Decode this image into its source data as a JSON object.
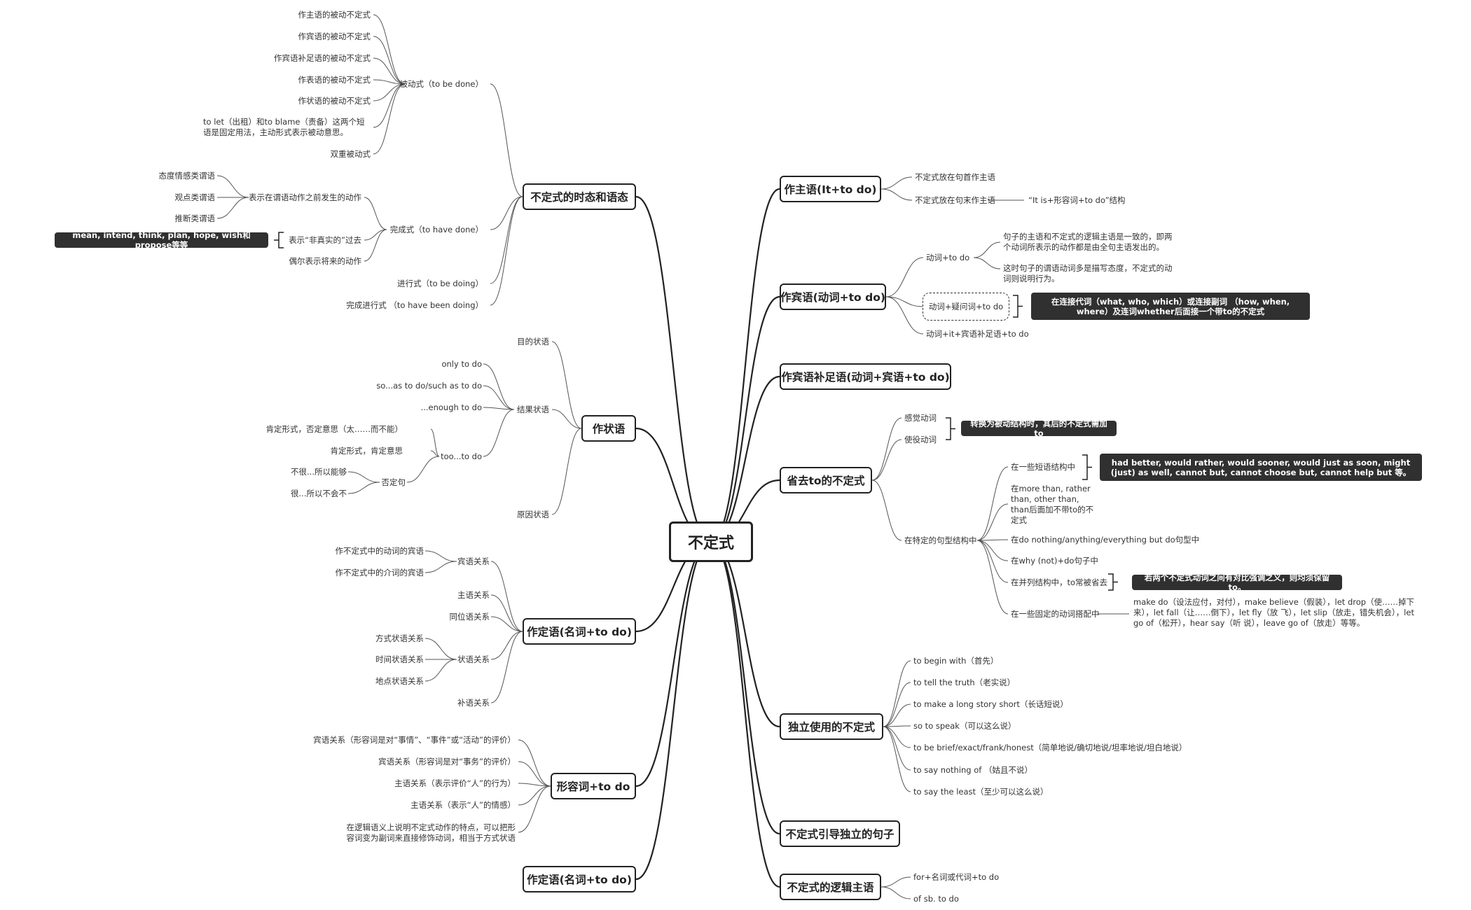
{
  "root": "不定式",
  "right": {
    "subject": {
      "label": "作主语(It+to do)",
      "front": "不定式放在句首作主语",
      "end": "不定式放在句末作主语",
      "it_structure": "“It is+形容词+to do”结构"
    },
    "object": {
      "label": "作宾语(动词+to do)",
      "verb_to_do": "动词+to do",
      "note1": "句子的主语和不定式的逻辑主语是一致的，即两个动词所表示的动作都是由全句主语发出的。",
      "note2": "这时句子的谓语动词多是描写态度，不定式的动词则说明行为。",
      "verb_q_to_do": "动词+疑问词+to do",
      "conj_note": "在连接代词（what, who, which）或连接副词 （how, when, where）及连词whether后面接一个带to的不定式",
      "verb_it": "动词+it+宾语补足语+to do"
    },
    "complement": {
      "label": "作宾语补足语(动词+宾语+to do)"
    },
    "omit_to": {
      "label": "省去to的不定式",
      "perception": "感觉动词",
      "causative": "使役动词",
      "passive_note": "转换为被动结构时，其后的不定式需加to",
      "special": "在特定的句型结构中",
      "phrases": "在一些短语结构中",
      "phrases_note": "had better, would rather, would sooner, would just as soon, might (just) as well, cannot but, cannot choose but, cannot help but 等。",
      "more_than": "在more than, rather than, other than, than后面加不带to的不定式",
      "do_nothing": "在do nothing/anything/everything but do句型中",
      "why_not": "在why (not)+do句子中",
      "parallel": "在并列结构中，to常被省去",
      "parallel_note": "若两个不定式动词之间有对比强调之义，则均须保留to。",
      "fixed": "在一些固定的动词搭配中",
      "fixed_note": "make do（设法应付，对付），make believe（假装），let drop（使……掉下来），let fall（让……倒下），let fly（放 飞），let slip（放走，错失机会），let go of（松开），hear say（听 说），leave go of（放走）等等。"
    },
    "independent": {
      "label": "独立使用的不定式",
      "items": [
        "to begin with（首先）",
        "to tell the truth（老实说）",
        "to make a long story short（长话短说）",
        "so to speak（可以这么说）",
        "to be brief/exact/frank/honest（简单地说/确切地说/坦率地说/坦白地说）",
        "to say nothing of （姑且不说）",
        "to say the least（至少可以这么说）"
      ]
    },
    "independent_sentence": {
      "label": "不定式引导独立的句子"
    },
    "logical_subject": {
      "label": "不定式的逻辑主语",
      "items": [
        "for+名词或代词+to do",
        "of sb. to do"
      ]
    }
  },
  "left": {
    "tense_voice": {
      "label": "不定式的时态和语态",
      "passive": "被动式（to be done）",
      "passive_items": [
        "作主语的被动不定式",
        "作宾语的被动不定式",
        "作宾语补足语的被动不定式",
        "作表语的被动不定式",
        "作状语的被动不定式",
        "to let（出租）和to blame（责备）这两个短语是固定用法，主动形式表示被动意思。",
        "双重被动式"
      ],
      "perfect": "完成式（to have done）",
      "before": "表示在谓语动作之前发生的动作",
      "before_items": [
        "态度情感类谓语",
        "观点类谓语",
        "推断类谓语"
      ],
      "unreal": "表示“非真实的”过去",
      "unreal_note": "mean, intend, think, plan, hope, wish和propose等等",
      "future": "偶尔表示将来的动作",
      "progressive": "进行式（to be doing）",
      "perfect_progressive": "完成进行式 （to have been doing）"
    },
    "adverbial": {
      "label": "作状语",
      "purpose": "目的状语",
      "result": "结果状语",
      "only": "only to do",
      "so_as": "so...as to do/such as to do",
      "enough": "...enough to do",
      "too": "too...to do",
      "too_pos1": "肯定形式，否定意思（太……而不能）",
      "too_pos2": "肯定形式，肯定意思",
      "negative": "否定句",
      "neg1": "不很...所以能够",
      "neg2": "很...所以不会不",
      "reason": "原因状语"
    },
    "attributive": {
      "label": "作定语(名词+to do)",
      "object_rel": "宾语关系",
      "object_items": [
        "作不定式中的动词的宾语",
        "作不定式中的介词的宾语"
      ],
      "subject_rel": "主语关系",
      "appositive": "同位语关系",
      "adverbial_rel": "状语关系",
      "adverbial_items": [
        "方式状语关系",
        "时间状语关系",
        "地点状语关系"
      ],
      "complement_rel": "补语关系"
    },
    "adjective": {
      "label": "形容词+to do",
      "items": [
        "宾语关系（形容词是对“事情”、“事件”或“活动”的评价）",
        "宾语关系（形容词是对“事务”的评价）",
        "主语关系（表示评价“人”的行为）",
        "主语关系（表示“人”的情感）",
        "在逻辑语义上说明不定式动作的特点，可以把形容词变为副词来直接修饰动词，相当于方式状语"
      ]
    },
    "attributive2": {
      "label": "作定语(名词+to do)"
    }
  }
}
